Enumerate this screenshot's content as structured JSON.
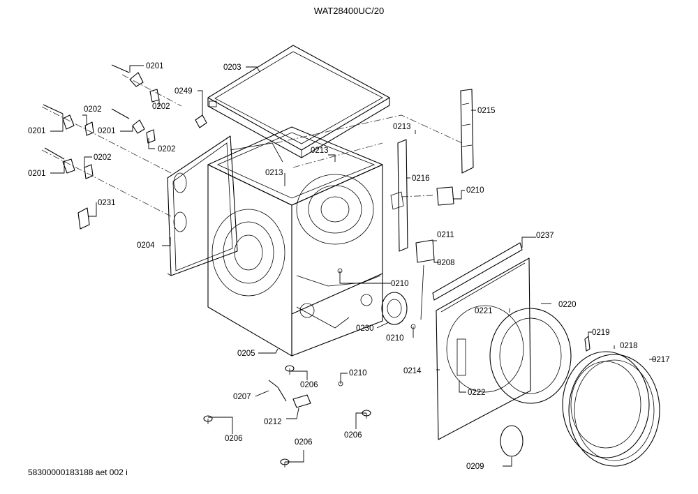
{
  "title": "WAT28400UC/20",
  "footer": "58300000183188 aet 002 i",
  "callouts": {
    "c0201a": "0201",
    "c0201b": "0201",
    "c0201c": "0201",
    "c0201d": "0201",
    "c0202a": "0202",
    "c0202b": "0202",
    "c0202c": "0202",
    "c0202d": "0202",
    "c0203": "0203",
    "c0204": "0204",
    "c0205": "0205",
    "c0206a": "0206",
    "c0206b": "0206",
    "c0206c": "0206",
    "c0206d": "0206",
    "c0207": "0207",
    "c0208": "0208",
    "c0209": "0209",
    "c0210a": "0210",
    "c0210b": "0210",
    "c0210c": "0210",
    "c0210d": "0210",
    "c0211": "0211",
    "c0212": "0212",
    "c0213a": "0213",
    "c0213b": "0213",
    "c0213c": "0213",
    "c0214": "0214",
    "c0215": "0215",
    "c0216": "0216",
    "c0217": "0217",
    "c0218": "0218",
    "c0219": "0219",
    "c0220": "0220",
    "c0221": "0221",
    "c0222": "0222",
    "c0230": "0230",
    "c0231": "0231",
    "c0237": "0237",
    "c0249": "0249"
  }
}
